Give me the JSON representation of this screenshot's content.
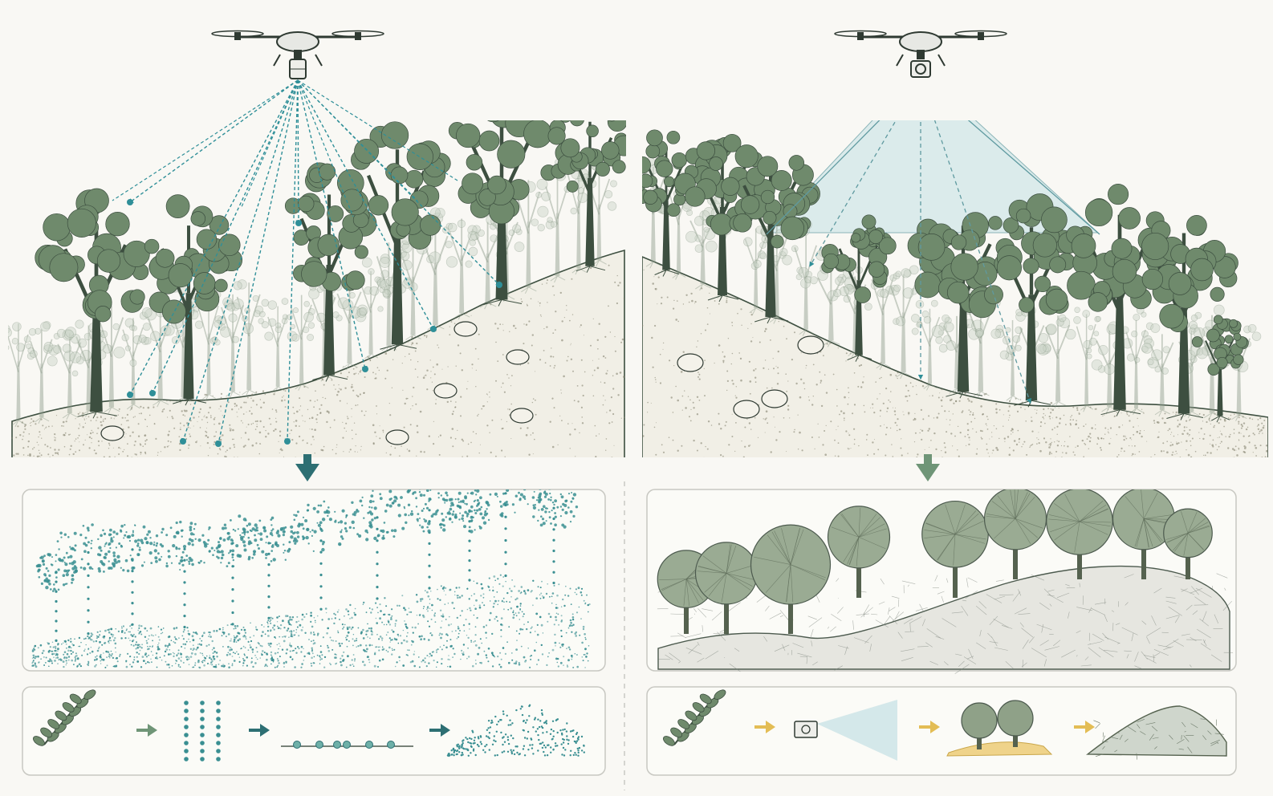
{
  "colors": {
    "background": "#f9f8f4",
    "ink": "#2f3a32",
    "tree_green": "#6f8a6c",
    "tree_dark": "#3d4f40",
    "lidar_teal": "#2f8f98",
    "point_teal": "#3a8f92",
    "photo_cone": "#cfe6e8",
    "arrow_teal": "#2d6f73",
    "arrow_green": "#6f9577",
    "arrow_yellow": "#e3bd55",
    "panel_border": "#c8c8c2",
    "divider": "#c9c9c3"
  },
  "panels": {
    "left": {
      "method": "lidar",
      "scene": {
        "drone": "drone-with-lidar-sensor",
        "beam_style": "dashed-laser-lines",
        "terrain": "hill-rising-right"
      },
      "result": {
        "style": "teal-point-cloud",
        "content": "trees-and-ground-as-dots"
      },
      "workflow_steps": [
        {
          "icon": "branch-icon",
          "arrow": "green"
        },
        {
          "icon": "point-columns-icon",
          "arrow": "teal"
        },
        {
          "icon": "ground-points-line-icon",
          "arrow": "teal"
        },
        {
          "icon": "point-cloud-hill-icon"
        }
      ]
    },
    "right": {
      "method": "photogrammetry",
      "scene": {
        "drone": "drone-with-camera",
        "beam_style": "light-cone-field-of-view",
        "terrain": "hill-falling-left"
      },
      "result": {
        "style": "triangulated-mesh",
        "content": "mesh-trees-and-terrain"
      },
      "workflow_steps": [
        {
          "icon": "branch-icon",
          "arrow": "yellow"
        },
        {
          "icon": "camera-cone-icon",
          "arrow": "yellow"
        },
        {
          "icon": "mesh-trees-icon",
          "arrow": "yellow"
        },
        {
          "icon": "mesh-hill-icon"
        }
      ]
    }
  }
}
